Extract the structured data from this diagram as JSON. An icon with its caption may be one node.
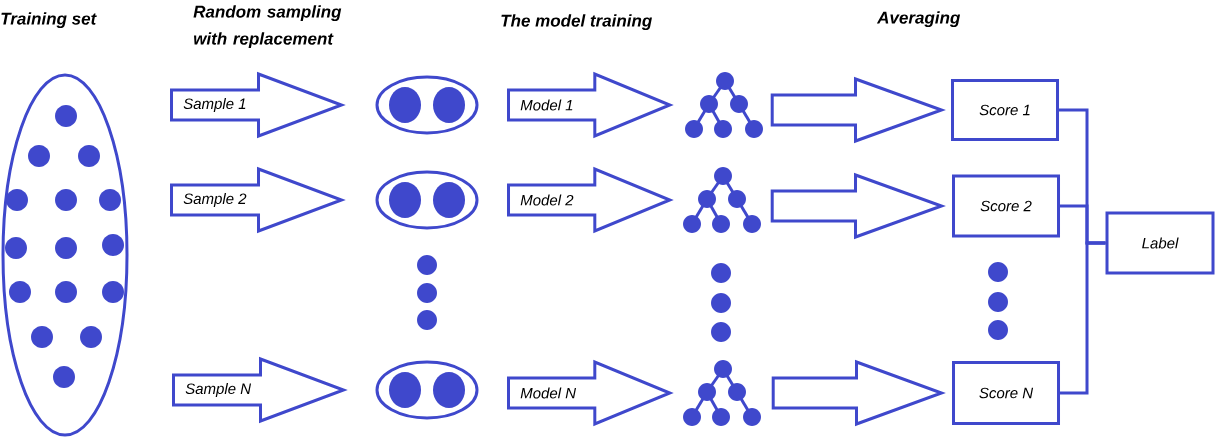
{
  "diagram": {
    "nodes": [
      {
        "text": [],
        "shape": "ellipse"
      },
      {
        "text": [],
        "shape": "ellipse"
      },
      {
        "text": [],
        "shape": "ellipse"
      },
      {
        "text": [],
        "shape": "ellipse"
      },
      {
        "text": [],
        "shape": "tree"
      },
      {
        "text": [],
        "shape": "tree"
      },
      {
        "text": [],
        "shape": "tree"
      },
      {
        "text": [
          "Score 1"
        ]
      },
      {
        "text": [
          "Score 2"
        ]
      },
      {
        "text": [
          "Score N"
        ]
      },
      {
        "text": [
          "Label"
        ]
      }
    ],
    "edges": [
      {
        "from": 0,
        "to": 1,
        "arrow": "to",
        "label": "Sample  1"
      },
      {
        "from": 0,
        "to": 2,
        "arrow": "to",
        "label": "Sample 2"
      },
      {
        "from": 0,
        "to": 3,
        "arrow": "to",
        "label": "Sample N"
      },
      {
        "from": 1,
        "to": 4,
        "arrow": "to",
        "label": "Model   1"
      },
      {
        "from": 2,
        "to": 5,
        "arrow": "to",
        "label": "Model  2"
      },
      {
        "from": 3,
        "to": 6,
        "arrow": "to",
        "label": "Model  N"
      },
      {
        "from": 4,
        "to": 7,
        "arrow": "to"
      },
      {
        "from": 5,
        "to": 8,
        "arrow": "to"
      },
      {
        "from": 6,
        "to": 9,
        "arrow": "to"
      },
      {
        "from": 7,
        "to": 10,
        "arrow": "none"
      },
      {
        "from": 8,
        "to": 10,
        "arrow": "none"
      },
      {
        "from": 9,
        "to": 10,
        "arrow": "none"
      }
    ],
    "labels": [
      "Training set",
      "Random sampling with replacement",
      "The model training",
      "Averaging"
    ]
  }
}
